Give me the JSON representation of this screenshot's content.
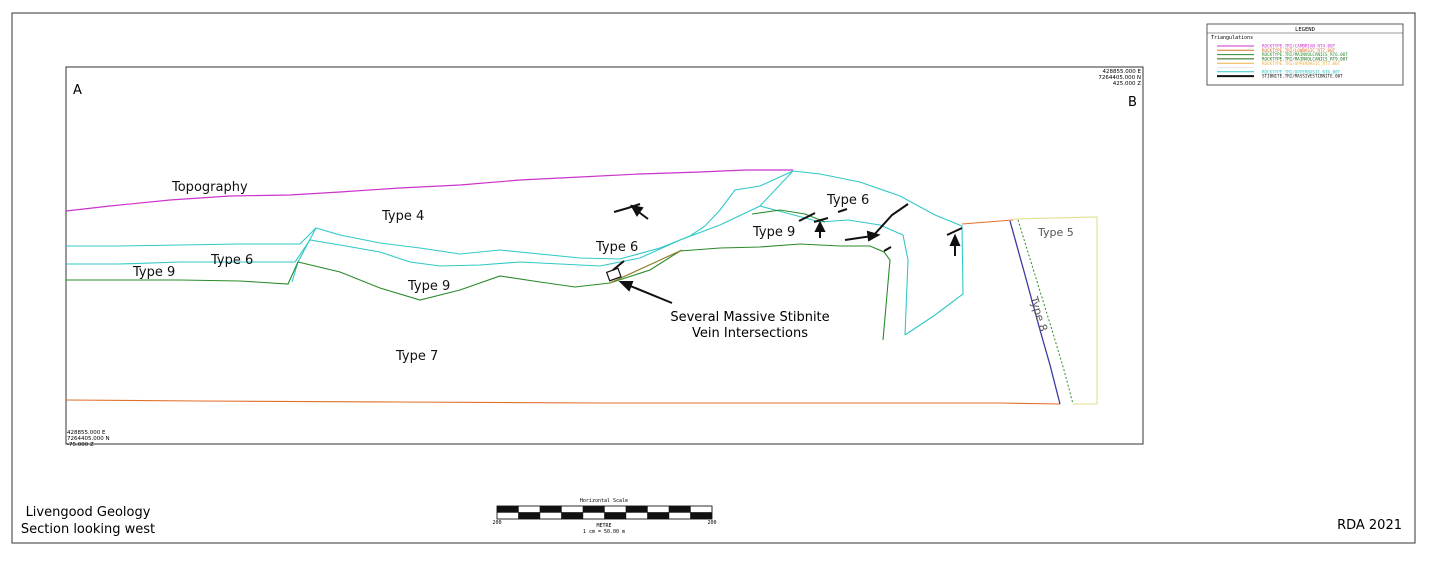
{
  "section": {
    "end_a": "A",
    "end_b": "B",
    "corner_top_right": [
      "428855.000 E",
      "7264405.000 N",
      "425.000 Z"
    ],
    "corner_bottom_left": [
      "428855.000 E",
      "7264405.000 N",
      "-75.000 Z"
    ]
  },
  "labels": {
    "topography": "Topography",
    "type4": "Type 4",
    "type6_left": "Type 6",
    "type9_left": "Type 9",
    "type9_mid": "Type 9",
    "type7": "Type 7",
    "type6_mid": "Type 6",
    "type9_right": "Type 9",
    "type6_right": "Type 6",
    "type5": "Type 5",
    "type8": "Type 8"
  },
  "annotation": {
    "line1": "Several Massive Stibnite",
    "line2": "Vein Intersections"
  },
  "legend": {
    "title": "LEGEND",
    "subtitle": "Triangulations",
    "items": [
      {
        "label": "ROCKTYPE.TRI/CAMBRIAN_RT4.00T",
        "color": "#cc33cc"
      },
      {
        "label": "ROCKTYPE.TRI/LOWBASIC_RT7.00T",
        "color": "#e0702a"
      },
      {
        "label": "ROCKTYPE.TRI/MAINVOLCANICS_RT6.00T",
        "color": "#2a8a2a"
      },
      {
        "label": "ROCKTYPE.TRI/MAINVOLCANICS_RT9.00T",
        "color": "#1a6a1a"
      },
      {
        "label": "ROCKTYPE.TRI/UPPERBASIC_RT7.00T",
        "color": "#f0b040"
      },
      {
        "label": "",
        "color": "#e8e8e8"
      },
      {
        "label": "ROCKTYPE.TRI/UPPERBASIC_RT6.00T",
        "color": "#30c8c8"
      },
      {
        "label": "STIBNITE.TRI/MASSIVESTIBNITE.00T",
        "color": "#111111"
      }
    ]
  },
  "scale": {
    "title": "Horizontal Scale",
    "left_tick": "200",
    "right_tick": "200",
    "unit": "METRE",
    "ratio": "1 cm = 50.00 m"
  },
  "footer": {
    "title_line1": "Livengood Geology",
    "title_line2": "Section looking west",
    "credit": "RDA 2021"
  },
  "colors": {
    "topography": "#cc33cc",
    "upper_contact": "#30c8c8",
    "lower_contact": "#2a8a2a",
    "base_contact": "#e0702a",
    "fault": "#3a3aa0",
    "type5_box": "#e0e090",
    "stibnite": "#111111"
  }
}
